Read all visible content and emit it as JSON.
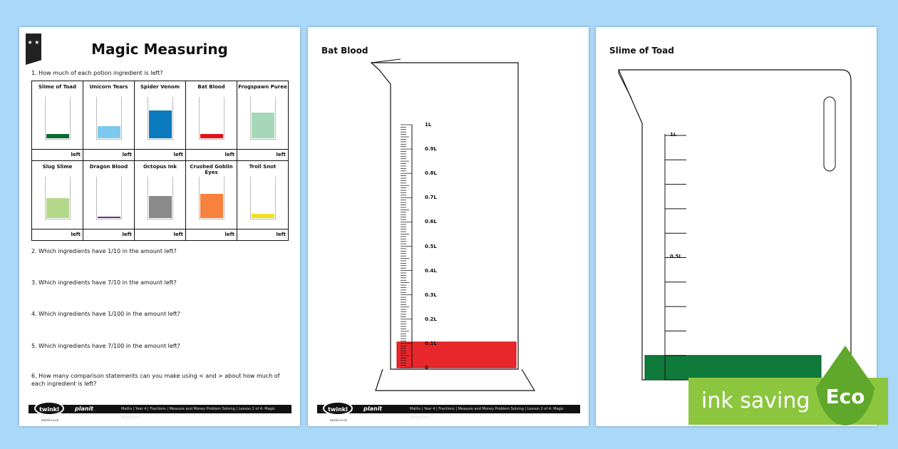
{
  "page1": {
    "title": "Magic Measuring",
    "ribbon_stars": "★ ★",
    "q1": "1.  How much of each potion ingredient is left?",
    "ingredients": [
      {
        "name": "Slime of Toad",
        "color": "#0b6b2f",
        "level": 0.1
      },
      {
        "name": "Unicorn Tears",
        "color": "#7cc9ee",
        "level": 0.3
      },
      {
        "name": "Spider Venom",
        "color": "#0b79bd",
        "level": 0.7
      },
      {
        "name": "Bat Blood",
        "color": "#e0141a",
        "level": 0.1
      },
      {
        "name": "Frogspawn Puree",
        "color": "#a6d8b7",
        "level": 0.65
      },
      {
        "name": "Slug Slime",
        "color": "#b5d98a",
        "level": 0.5
      },
      {
        "name": "Dragon Blood",
        "color": "#6a2d8f",
        "level": 0.01
      },
      {
        "name": "Octopus Ink",
        "color": "#8a8a8a",
        "level": 0.55
      },
      {
        "name": "Crushed Goblin Eyes",
        "color": "#f7813d",
        "level": 0.6
      },
      {
        "name": "Troll Snot",
        "color": "#f0e020",
        "level": 0.1
      }
    ],
    "left_label": "left",
    "q2": "2.  Which ingredients have 1/10 in the amount left?",
    "q3": "3.  Which ingredients have 7/10 in the amount left?",
    "q4": "4.  Which ingredients have 1/100 in the amount left?",
    "q5": "5.  Which ingredients have 7/100 in the amount left?",
    "q6": "6.  How many comparison statements can you make using < and > about how much of each ingredient is left?"
  },
  "footer": {
    "logo": "twinkl",
    "plan": "planit",
    "text": "Maths | Year 4 | Fractions | Measure and Money Problem Solving | Lesson 2 of 4: Magic Measuring",
    "site": "twinkl.co.uk"
  },
  "page2": {
    "title": "Bat Blood",
    "labels": [
      "1L",
      "0.9L",
      "0.8L",
      "0.7L",
      "0.6L",
      "0.5L",
      "0.4L",
      "0.3L",
      "0.2L",
      "0.1L",
      "0"
    ],
    "fill_color": "#e8272c",
    "level": 0.1
  },
  "page3": {
    "title": "Slime of Toad",
    "labels": [
      "1L",
      "0.5L"
    ],
    "fill_color": "#0f7a3a",
    "level": 0.1
  },
  "badge": {
    "text": "ink saving",
    "eco": "Eco"
  }
}
